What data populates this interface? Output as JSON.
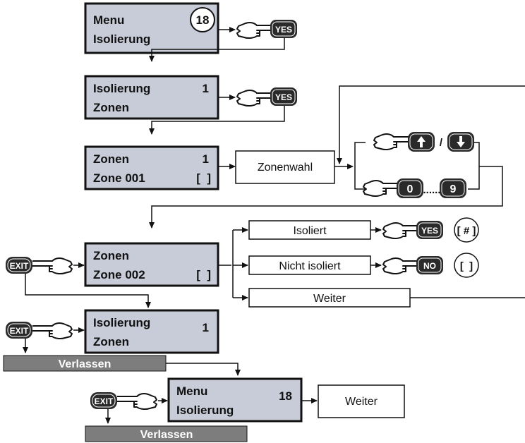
{
  "screens": {
    "s1": {
      "line1": "Menu",
      "line2": "Isolierung",
      "number": "18"
    },
    "s2": {
      "line1": "Isolierung",
      "line2": "Zonen",
      "number": "1"
    },
    "s3": {
      "line1": "Zonen",
      "line2": "Zone 001",
      "number": "1",
      "bracket": "[  ]"
    },
    "s4": {
      "line1": "Zonen",
      "line2": "Zone 002",
      "bracket": "[  ]"
    },
    "s5": {
      "line1": "Isolierung",
      "line2": "Zonen",
      "number": "1"
    },
    "s6": {
      "line1": "Menu",
      "line2": "Isolierung",
      "number": "18"
    }
  },
  "boxes": {
    "zonenwahl": "Zonenwahl",
    "isoliert": "Isoliert",
    "nicht_isoliert": "Nicht isoliert",
    "weiter1": "Weiter",
    "weiter2": "Weiter"
  },
  "bars": {
    "verlassen1": "Verlassen",
    "verlassen2": "Verlassen"
  },
  "keys": {
    "yes": "YES",
    "no": "NO",
    "exit": "EXIT",
    "zero": "0",
    "nine": "9",
    "up_icon": "arrow-up-icon",
    "down_icon": "arrow-down-icon",
    "slash": "/",
    "dots": "......"
  },
  "symbols": {
    "hash": "[ # ]",
    "empty": "[  ]"
  },
  "colors": {
    "lcd_fill": "#c8ccd8",
    "bar_fill": "#7d7d7d",
    "key_fill": "#2a2a2a"
  }
}
